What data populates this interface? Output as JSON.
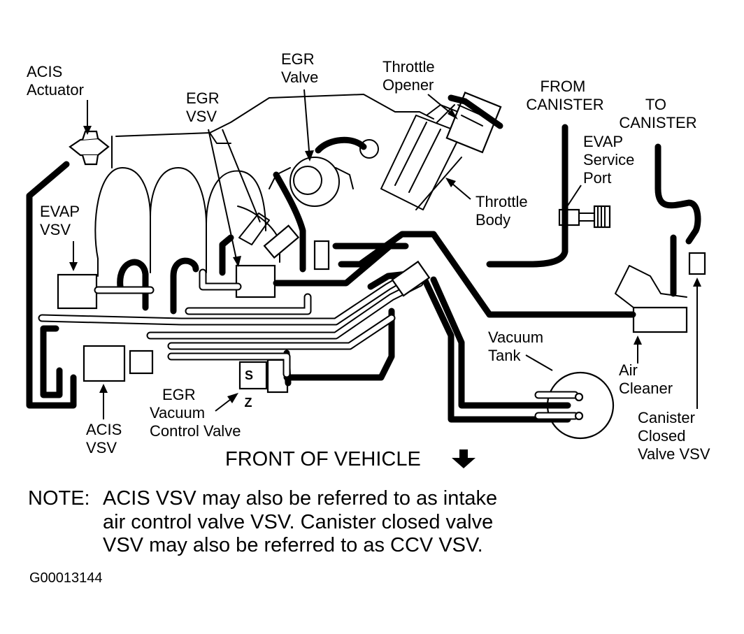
{
  "labels": {
    "acis_actuator": [
      "ACIS",
      "Actuator"
    ],
    "egr_vsv": [
      "EGR",
      "VSV"
    ],
    "egr_valve": [
      "EGR",
      "Valve"
    ],
    "throttle_opener": [
      "Throttle",
      "Opener"
    ],
    "from_canister": [
      "FROM",
      "CANISTER"
    ],
    "to_canister": [
      "TO",
      "CANISTER"
    ],
    "evap_service_port": [
      "EVAP",
      "Service",
      "Port"
    ],
    "throttle_body": [
      "Throttle",
      "Body"
    ],
    "evap_vsv": [
      "EVAP",
      "VSV"
    ],
    "vacuum_tank": [
      "Vacuum",
      "Tank"
    ],
    "air_cleaner": [
      "Air",
      "Cleaner"
    ],
    "canister_closed_valve_vsv": [
      "Canister",
      "Closed",
      "Valve VSV"
    ],
    "egr_vacuum_control_valve": [
      "EGR",
      "Vacuum",
      "Control Valve"
    ],
    "acis_vsv": [
      "ACIS",
      "VSV"
    ],
    "port_s": "S",
    "port_z": "Z"
  },
  "front_of_vehicle": "FRONT OF VEHICLE",
  "note": {
    "prefix": "NOTE:",
    "lines": [
      "ACIS VSV may also be referred to as intake",
      "air control valve VSV. Canister closed valve",
      "VSV may also be referred to as CCV VSV."
    ]
  },
  "figure_id": "G00013144",
  "colors": {
    "ink": "#000000",
    "paper": "#ffffff"
  },
  "icons": {
    "front_arrow": "down-arrow-icon"
  }
}
